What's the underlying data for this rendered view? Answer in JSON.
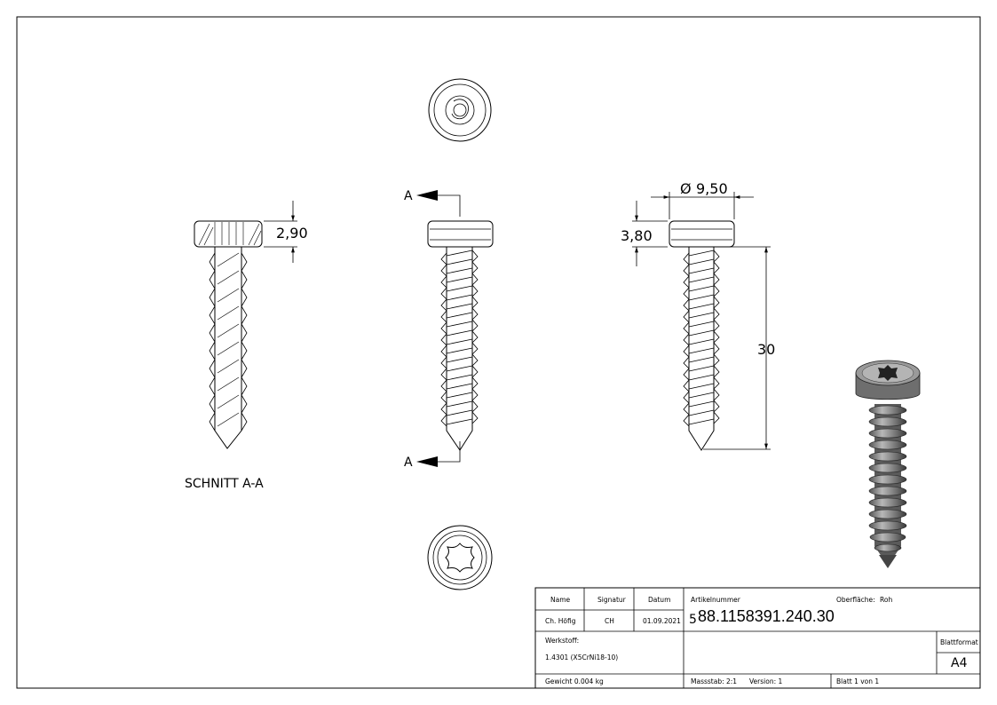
{
  "views": {
    "section_title": "SCHNITT A-A",
    "section_marker": "A"
  },
  "dimensions": {
    "head_thickness_section": "2,90",
    "head_diameter": "9,50",
    "diameter_symbol": "Ø",
    "head_height": "3,80",
    "shank_length": "30"
  },
  "title_block": {
    "headers": {
      "name": "Name",
      "signatur": "Signatur",
      "datum": "Datum"
    },
    "row": {
      "name": "Ch. Höfig",
      "signatur": "CH",
      "datum": "01.09.2021"
    },
    "artikelnummer_label": "Artikelnummer",
    "artikelnummer_prefix": "5",
    "artikelnummer": "88.1158391.240.30",
    "oberflaeche_label": "Oberfläche:",
    "oberflaeche": "Roh",
    "werkstoff_label": "Werkstoff:",
    "werkstoff": "1.4301 (X5CrNi18-10)",
    "blattformat_label": "Blattformat",
    "blattformat": "A4",
    "gewicht": "Gewicht 0.004 kg",
    "massstab": "Massstab: 2:1",
    "version": "Version: 1",
    "blatt": "Blatt 1 von 1"
  }
}
